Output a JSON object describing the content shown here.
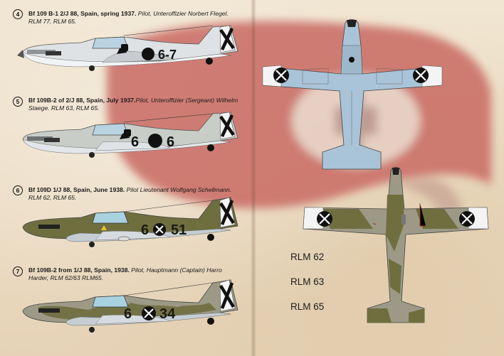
{
  "profiles": [
    {
      "number": "4",
      "title": "Bf 109 B-1 2/J 88, Spain, spring 1937.",
      "rest": " Pilot, Unteroffizier Norbert Flegel.",
      "line2": "RLM 77, RLM 65.",
      "code_left": "",
      "code_right": "6-7"
    },
    {
      "number": "5",
      "title": "Bf 109B-2 of 2/J 88, Spain, July 1937.",
      "rest": "Pilot, Unteroffizier (Sergeant) Wilhelm",
      "line2": "Staege. RLM 63, RLM 65.",
      "code_left": "6",
      "code_right": "6"
    },
    {
      "number": "6",
      "title": "Bf 109D 1/J 88, Spain, June 1938.",
      "rest": " Pilot Lieutenant Wolfgang Schellmann.",
      "line2": "RLM 62, RLM 65.",
      "code_left": "6",
      "code_right": "51"
    },
    {
      "number": "7",
      "title": "Bf 109B-2 from 1/J 88, Spain, 1938.",
      "rest": " Pilot, Hauptmann (Captain) Harro",
      "line2": "Harder, RLM 62/63 RLM65.",
      "code_left": "6",
      "code_right": "34"
    }
  ],
  "legend": [
    "RLM 62",
    "RLM 63",
    "RLM 65"
  ],
  "colors": {
    "rlm65": "#c9d1d8",
    "rlm65_top": "#a9c4d8",
    "rlm62": "#6f6e3f",
    "rlm63": "#9c9a86",
    "rlm77": "#d6d9dc",
    "flag_red": "#c4615a",
    "flag_light": "#e3c9bf"
  }
}
